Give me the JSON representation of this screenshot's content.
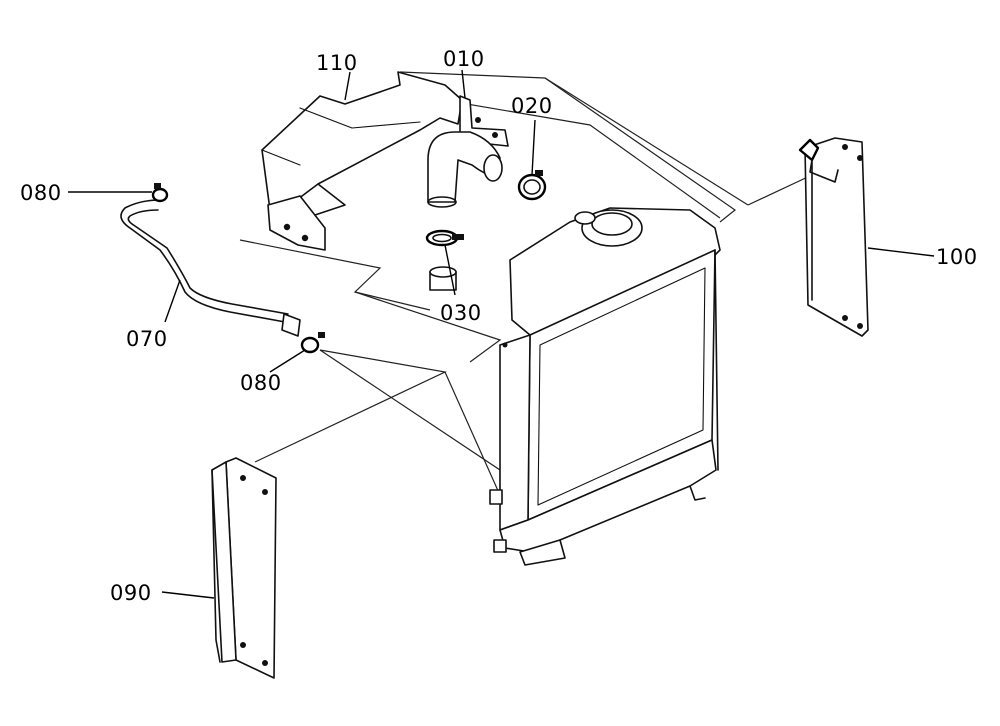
{
  "diagram": {
    "colors": {
      "ink": "#111111",
      "background": "#ffffff"
    },
    "parts": [
      {
        "id": "p010",
        "label": "010",
        "depicts": "radiator-upper-mount-bracket"
      },
      {
        "id": "p020",
        "label": "020",
        "depicts": "hose-clamp"
      },
      {
        "id": "p030",
        "label": "030",
        "depicts": "hose-clamp"
      },
      {
        "id": "p070",
        "label": "070",
        "depicts": "overflow-pipe"
      },
      {
        "id": "p080a",
        "label": "080",
        "depicts": "hose-clip"
      },
      {
        "id": "p080b",
        "label": "080",
        "depicts": "hose-clip"
      },
      {
        "id": "p090",
        "label": "090",
        "depicts": "side-baffle-plate-left"
      },
      {
        "id": "p100",
        "label": "100",
        "depicts": "side-baffle-plate-right"
      },
      {
        "id": "p110",
        "label": "110",
        "depicts": "upper-shroud-bracket"
      }
    ]
  }
}
